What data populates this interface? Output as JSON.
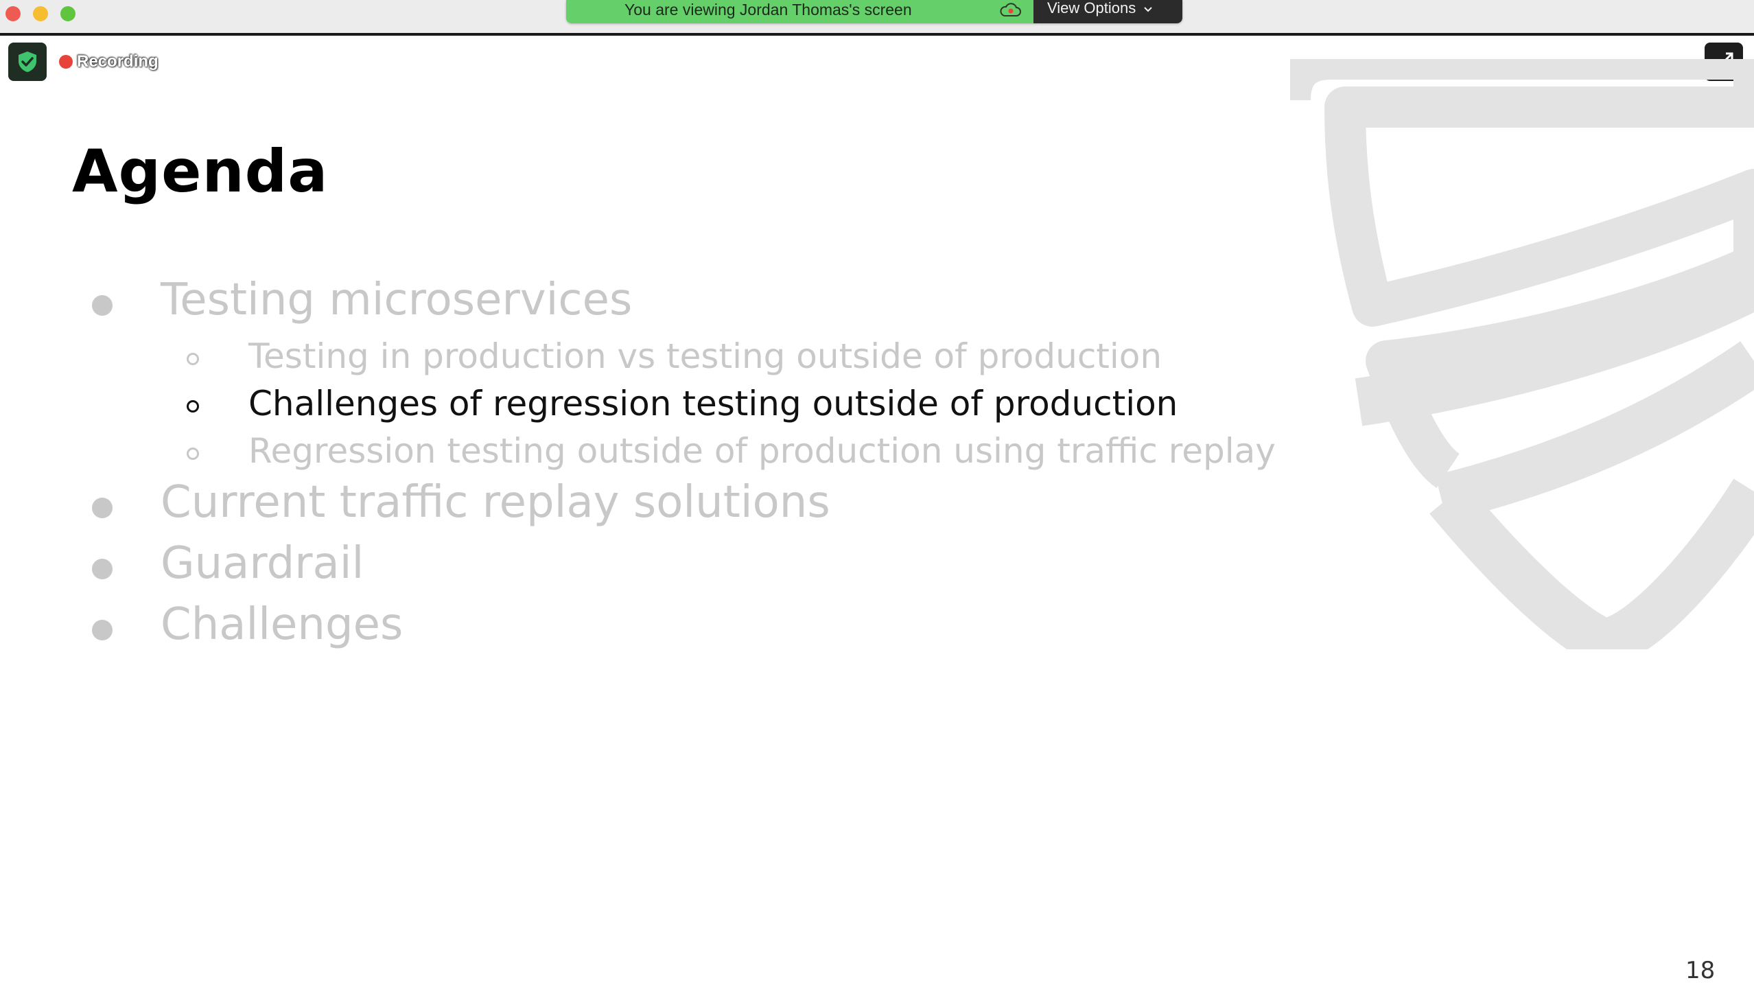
{
  "window": {
    "controls": [
      "close",
      "minimize",
      "zoom"
    ]
  },
  "banner": {
    "viewing_text": "You are viewing Jordan Thomas's screen",
    "view_options_label": "View Options",
    "icon": "cloud-record-icon",
    "chevron": "chevron-down-icon"
  },
  "recording": {
    "label": "Recording",
    "shield_icon": "shield-check-icon",
    "expand_icon": "expand-icon"
  },
  "slide": {
    "title": "Agenda",
    "items": [
      {
        "level": 1,
        "text": "Testing microservices",
        "active": false
      },
      {
        "level": 2,
        "text": "Testing in production vs testing outside of production",
        "active": false
      },
      {
        "level": 2,
        "text": "Challenges of regression testing outside of production",
        "active": true
      },
      {
        "level": 2,
        "text": "Regression testing outside of production using traffic replay",
        "active": false
      },
      {
        "level": 1,
        "text": "Current traffic replay solutions",
        "active": false
      },
      {
        "level": 1,
        "text": "Guardrail",
        "active": false
      },
      {
        "level": 1,
        "text": "Challenges",
        "active": false
      }
    ],
    "page_number": "18",
    "watermark": "shield-logo-watermark"
  },
  "colors": {
    "banner_green": "#65cf6a",
    "banner_dark": "#2b2b2b",
    "recording_red": "#e8433a",
    "inactive_text": "#c8c8c8",
    "active_text": "#111111"
  }
}
